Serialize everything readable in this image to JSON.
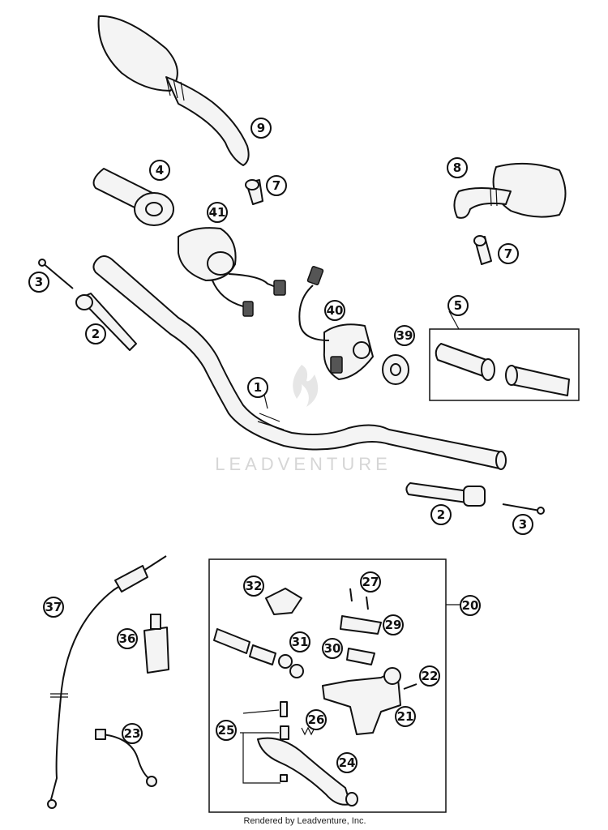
{
  "callouts": [
    "9",
    "4",
    "7",
    "8",
    "41",
    "3",
    "2",
    "40",
    "39",
    "5",
    "7",
    "1",
    "2",
    "3",
    "20",
    "32",
    "27",
    "37",
    "29",
    "36",
    "31",
    "30",
    "22",
    "21",
    "25",
    "26",
    "23",
    "24"
  ],
  "watermark": "LEADVENTURE",
  "footer": "Rendered by Leadventure, Inc."
}
